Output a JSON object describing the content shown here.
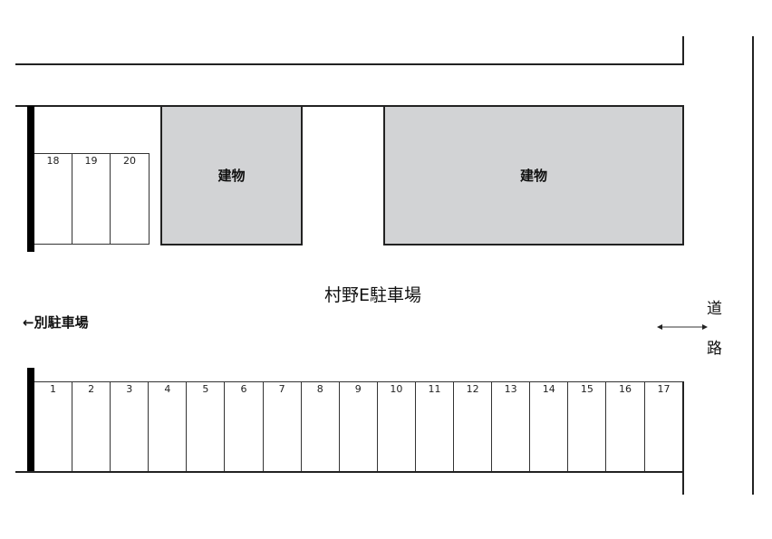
{
  "map": {
    "title": "村野E駐車場",
    "other_parking": "←別駐車場",
    "road_top": "道",
    "road_bottom": "路",
    "arrow": "double-arrow-icon",
    "buildings": [
      {
        "label": "建物"
      },
      {
        "label": "建物"
      }
    ],
    "upper_stalls": [
      "18",
      "19",
      "20"
    ],
    "lower_stalls": [
      "1",
      "2",
      "3",
      "4",
      "5",
      "6",
      "7",
      "8",
      "9",
      "10",
      "11",
      "12",
      "13",
      "14",
      "15",
      "16",
      "17"
    ],
    "colors": {
      "building_fill": "#d2d3d5",
      "line": "#222222",
      "bar": "#000000"
    }
  }
}
